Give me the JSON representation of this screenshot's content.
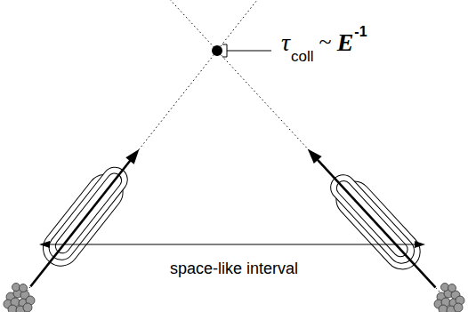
{
  "diagram": {
    "labels": [
      "τ",
      "coll",
      "~",
      "E",
      "-1",
      "space-like interval"
    ]
  }
}
